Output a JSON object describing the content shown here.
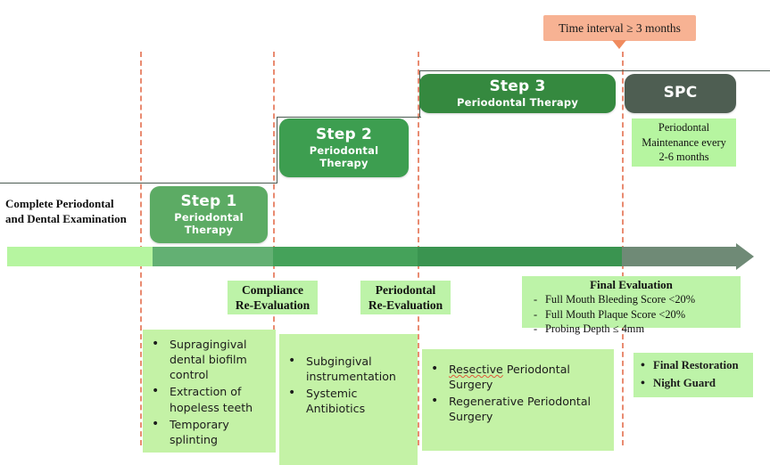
{
  "colors": {
    "step1": "#5cab64",
    "step2": "#3d9e50",
    "step3": "#35893f",
    "spc": "#4e5e52",
    "callout": "#f7b293",
    "infobox": "#bdf3a8",
    "bulletbox": "#c4f2a6",
    "dashed": "#e8856a",
    "timeline_light": "#b6f5a0",
    "timeline_arrow": "#6f8a76"
  },
  "lead": {
    "line1": "Complete Periodontal",
    "line2": "and Dental Examination"
  },
  "callout": {
    "label": "Time interval ≥ 3 months"
  },
  "steps": [
    {
      "id": "step1",
      "title": "Step 1",
      "subtitle_line1": "Periodontal",
      "subtitle_line2": "Therapy"
    },
    {
      "id": "step2",
      "title": "Step 2",
      "subtitle_line1": "Periodontal",
      "subtitle_line2": "Therapy"
    },
    {
      "id": "step3",
      "title": "Step 3",
      "subtitle_line1": "Periodontal Therapy",
      "subtitle_line2": ""
    },
    {
      "id": "spc",
      "title": "SPC",
      "subtitle_line1": "",
      "subtitle_line2": ""
    }
  ],
  "maintenance": {
    "line1": "Periodontal",
    "line2": "Maintenance every",
    "line3": "2-6 months"
  },
  "reevaluations": [
    {
      "id": "compliance",
      "line1": "Compliance",
      "line2": "Re-Evaluation"
    },
    {
      "id": "periodontal",
      "line1": "Periodontal",
      "line2": "Re-Evaluation"
    }
  ],
  "final_evaluation": {
    "title": "Final Evaluation",
    "items": [
      "Full Mouth Bleeding Score <20%",
      "Full Mouth Plaque Score <20%",
      "Probing Depth ≤ 4mm"
    ]
  },
  "bullet_lists": [
    {
      "id": "step1-actions",
      "items": [
        "Supragingival dental biofilm control",
        "Extraction of hopeless teeth",
        "Temporary splinting"
      ]
    },
    {
      "id": "step2-actions",
      "items": [
        "Subgingival instrumentation",
        "Systemic Antibiotics"
      ]
    },
    {
      "id": "step3-actions",
      "items": [
        "Resective Periodontal Surgery",
        "Regenerative Periodontal Surgery"
      ]
    },
    {
      "id": "spc-actions",
      "items": [
        "Final Restoration",
        "Night Guard"
      ]
    }
  ],
  "timeline": {
    "segments": [
      {
        "name": "examination",
        "color": "#b6f5a0"
      },
      {
        "name": "step1",
        "color": "#63b073"
      },
      {
        "name": "step2",
        "color": "#45a25a"
      },
      {
        "name": "step3",
        "color": "#3a9450"
      },
      {
        "name": "spc",
        "color": "#6f8a76"
      }
    ]
  }
}
